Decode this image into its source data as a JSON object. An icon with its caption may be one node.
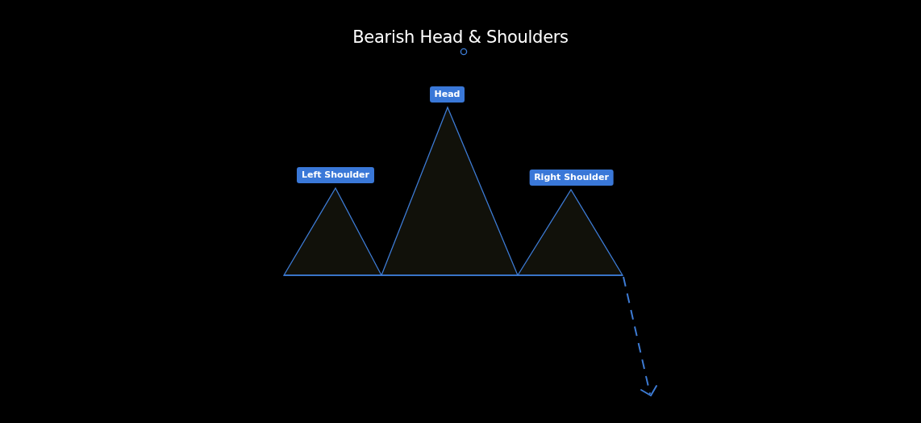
{
  "diagram": {
    "title": "Bearish Head & Shoulders",
    "nodes": [
      {
        "text": [
          "Left Shoulder"
        ]
      },
      {
        "text": [
          "Head"
        ]
      },
      {
        "text": [
          "Right Shoulder"
        ]
      }
    ]
  }
}
